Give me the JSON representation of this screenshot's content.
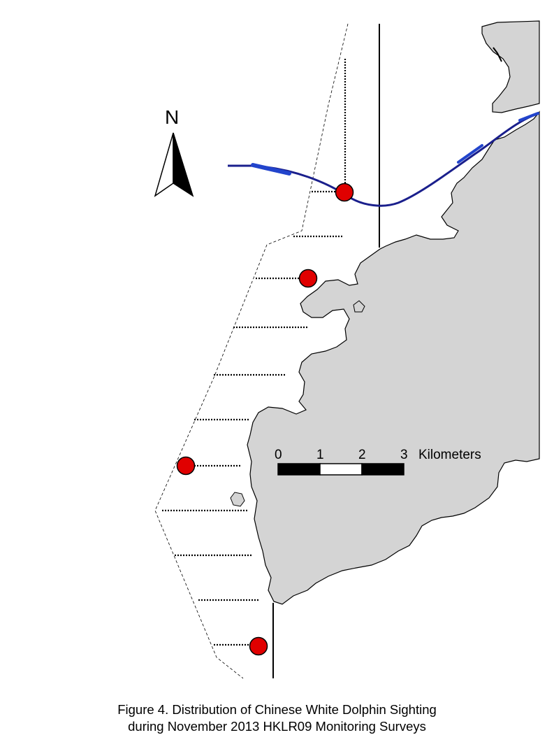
{
  "map": {
    "north_arrow": {
      "label": "N"
    },
    "scale_bar": {
      "ticks": [
        "0",
        "1",
        "2",
        "3"
      ],
      "unit": "Kilometers"
    },
    "sightings": {
      "count": 4,
      "marker_color": "#e00000"
    },
    "colors": {
      "land": "#d4d4d4",
      "land_outline": "#000000",
      "road": "#1a1f8c",
      "road_highlight": "#2244cc",
      "transect": "#000000",
      "sighting": "#e00000"
    }
  },
  "caption": {
    "line1": "Figure 4.  Distribution of Chinese White Dolphin Sighting",
    "line2": "during November 2013 HKLR09 Monitoring Surveys"
  }
}
